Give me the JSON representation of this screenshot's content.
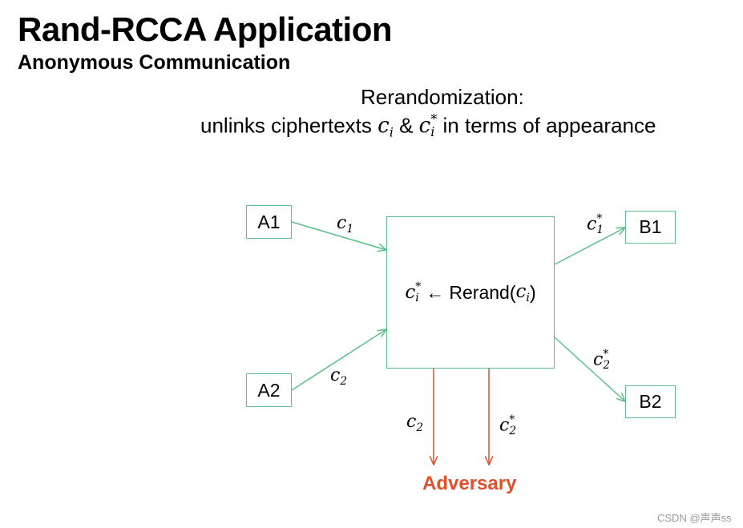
{
  "title": "Rand-RCCA Application",
  "subtitle": "Anonymous Communication",
  "heading": {
    "line1": "Rerandomization:",
    "line2_prefix": "unlinks ciphertexts",
    "line2_mid": "&",
    "line2_suffix": "in terms of appearance"
  },
  "math": {
    "c": "c",
    "i": "i",
    "star": "*",
    "one": "1",
    "two": "2",
    "arrow": "←",
    "rerand": "Rerand(",
    "close": ")"
  },
  "nodes": {
    "a1": "A1",
    "a2": "A2",
    "b1": "B1",
    "b2": "B2"
  },
  "adversary": "Adversary",
  "watermark": "CSDN @声声ss",
  "colors": {
    "edge_green": "#5bbf8b",
    "edge_red": "#e0502a"
  }
}
